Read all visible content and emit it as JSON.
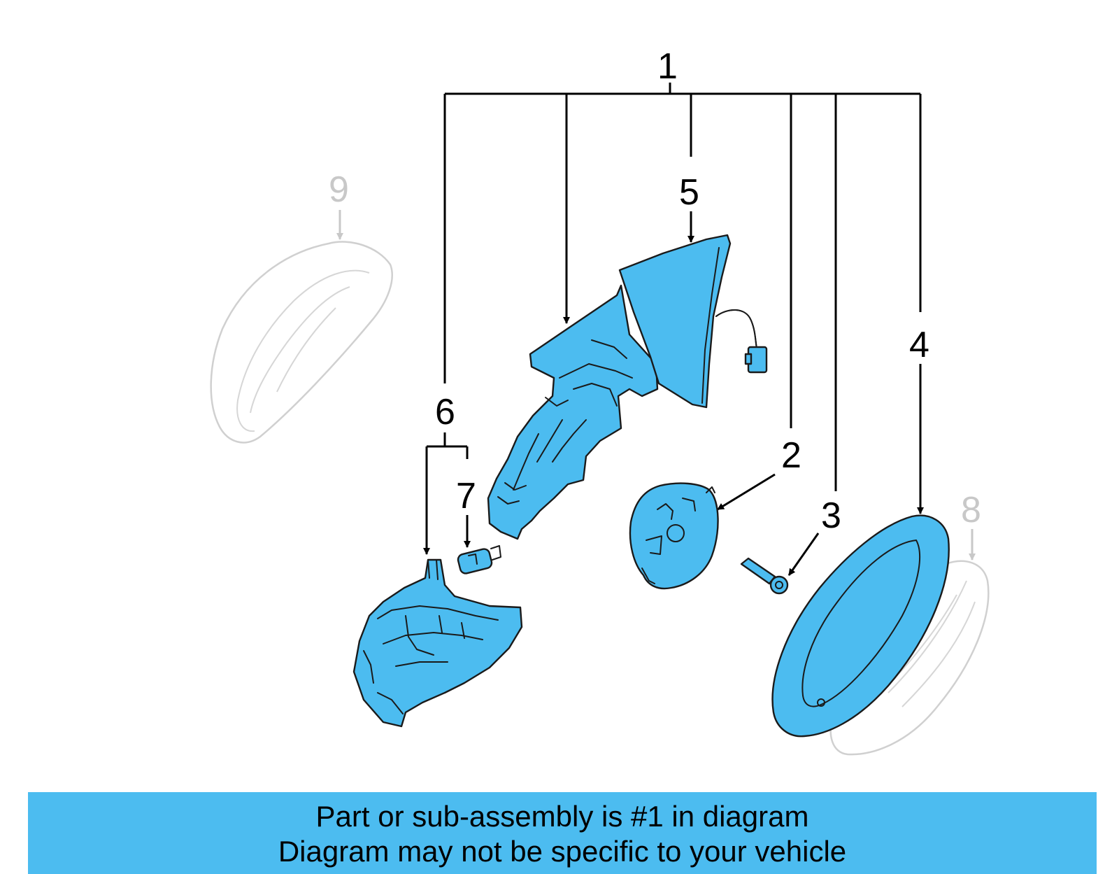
{
  "callouts": {
    "c1": "1",
    "c2": "2",
    "c3": "3",
    "c4": "4",
    "c5": "5",
    "c6": "6",
    "c7": "7",
    "c8": "8",
    "c9": "9"
  },
  "banner": {
    "line1": "Part or sub-assembly is #1 in diagram",
    "line2": "Diagram may not be specific to your vehicle"
  },
  "colors": {
    "highlight": "#4cbcf0",
    "ghost": "#c8c8c8",
    "outline": "#1a1a1a"
  }
}
